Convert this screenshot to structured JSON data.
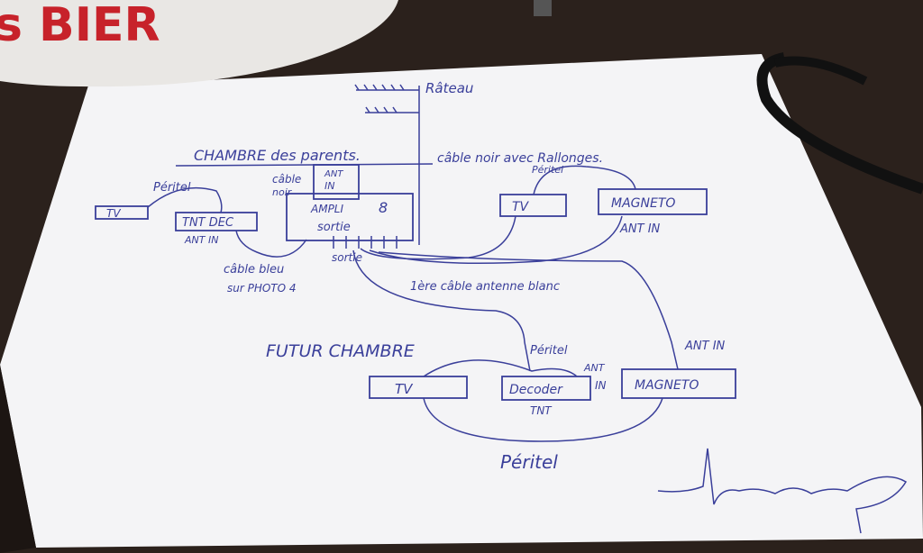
{
  "colors": {
    "table": "#2b211c",
    "paper": "#f4f4f6",
    "ink": "#3a3f9a",
    "tray": "#e9e7e4",
    "tray_text": "#c7222a",
    "cable": "#111111"
  },
  "tray": {
    "text": "s BIER"
  },
  "sketch": {
    "rateau": "Râteau",
    "chambre_parents": "CHAMBRE des parents.",
    "cable_noir": "câble noir avec Rallonges.",
    "peritel_top_left": "Péritel",
    "peritel_top_right": "Péritel",
    "tv_left": "TV",
    "tnt_dec": "TNT DEC",
    "ant_in_left": "ANT  IN",
    "cable_noir_short_1": "câble",
    "cable_noir_short_2": "noir",
    "ant_in_ampli_1": "ANT",
    "ant_in_ampli_2": "IN",
    "ampli": "AMPLI",
    "ampli_num": "8",
    "sortie_box": "sortie",
    "sortie_below": "sortie",
    "tv_top_right": "TV",
    "magneto_top": "MAGNETO",
    "ant_in_magneto_top": "ANT IN",
    "cable_bleu_1": "câble bleu",
    "cable_bleu_2": "sur PHOTO 4",
    "cable_antenne_blanc": "1ère câble antenne blanc",
    "futur_chambre": "FUTUR CHAMBRE",
    "peritel_mid": "Péritel",
    "ant_in_mid_right": "ANT IN",
    "ant_in_mid_1": "ANT",
    "ant_in_mid_2": "IN",
    "tv_bottom": "TV",
    "decoder": "Decoder",
    "tnt_bottom": "TNT",
    "magneto_bottom": "MAGNETO",
    "peritel_bottom": "Péritel"
  }
}
